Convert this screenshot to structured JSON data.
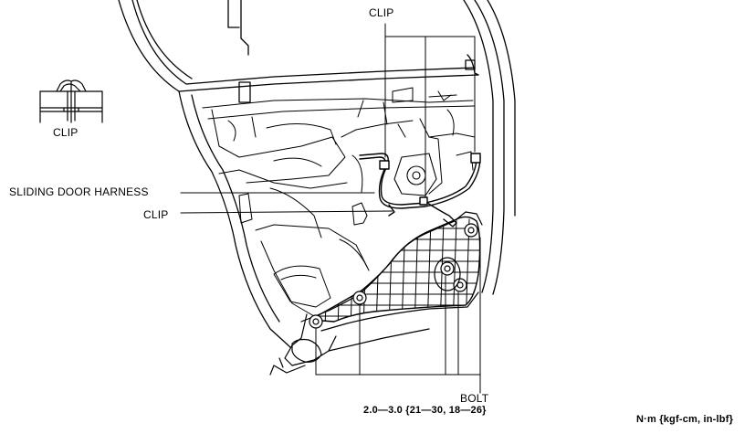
{
  "labels": {
    "clip_top": "CLIP",
    "clip_detail": "CLIP",
    "harness": "SLIDING DOOR HARNESS",
    "clip_mid": "CLIP",
    "bolt": "BOLT",
    "torque": "2.0—3.0 {21—30, 18—26}",
    "units": "N·m {kgf-cm, in-lbf}"
  }
}
